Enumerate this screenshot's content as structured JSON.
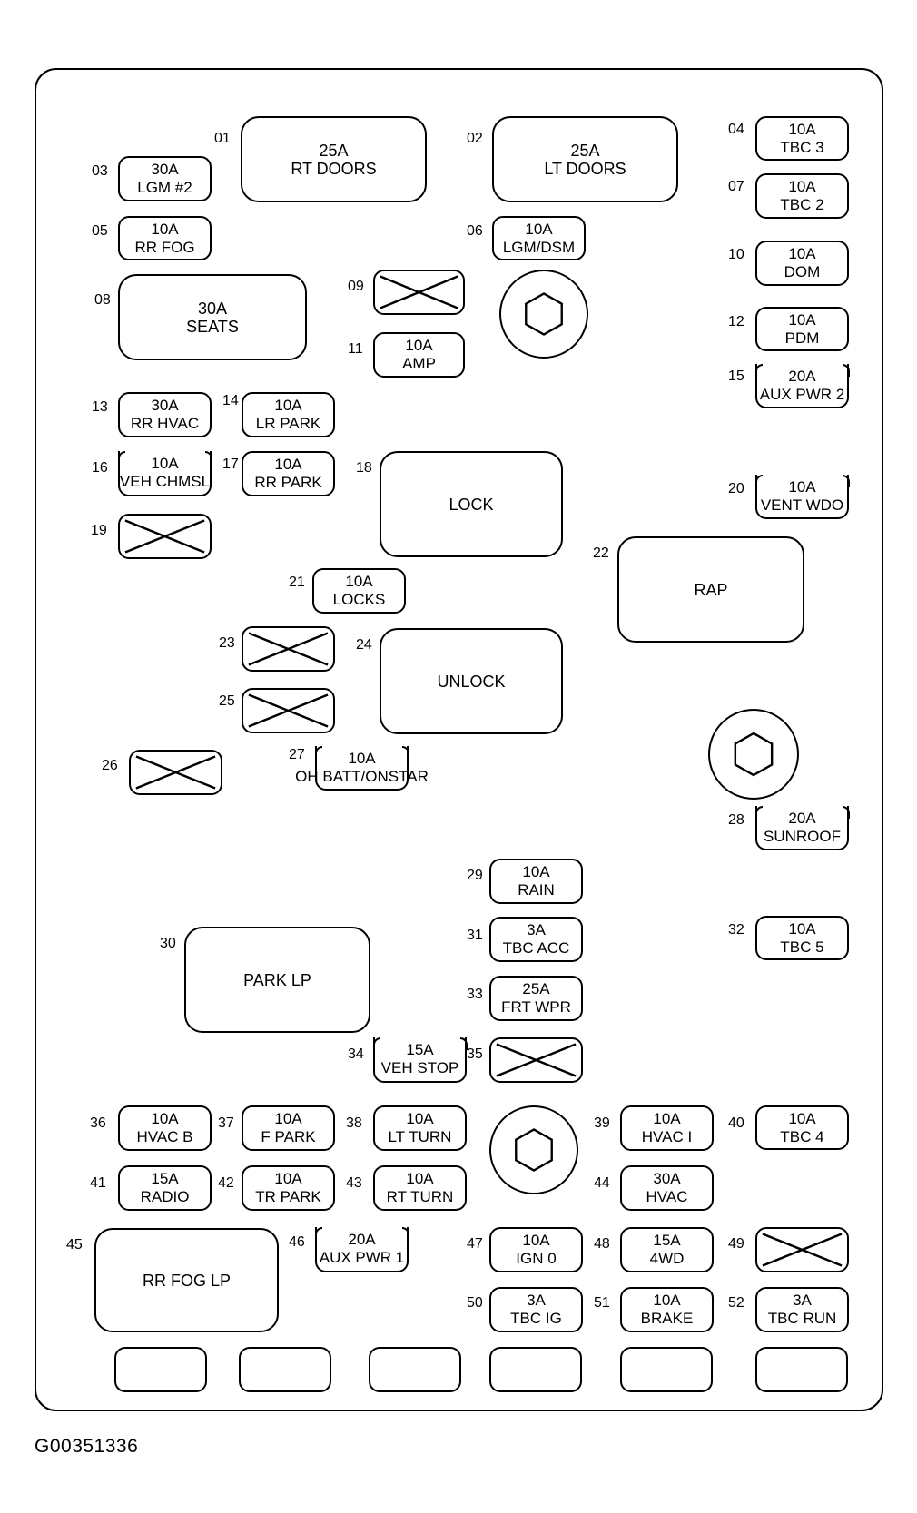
{
  "fuses": {
    "f01": {
      "num": "01",
      "amp": "25A",
      "name": "RT DOORS"
    },
    "f02": {
      "num": "02",
      "amp": "25A",
      "name": "LT DOORS"
    },
    "f03": {
      "num": "03",
      "amp": "30A",
      "name": "LGM #2"
    },
    "f04": {
      "num": "04",
      "amp": "10A",
      "name": "TBC 3"
    },
    "f05": {
      "num": "05",
      "amp": "10A",
      "name": "RR FOG"
    },
    "f06": {
      "num": "06",
      "amp": "10A",
      "name": "LGM/DSM"
    },
    "f07": {
      "num": "07",
      "amp": "10A",
      "name": "TBC 2"
    },
    "f08": {
      "num": "08",
      "amp": "30A",
      "name": "SEATS"
    },
    "f09": {
      "num": "09"
    },
    "f10": {
      "num": "10",
      "amp": "10A",
      "name": "DOM"
    },
    "f11": {
      "num": "11",
      "amp": "10A",
      "name": "AMP"
    },
    "f12": {
      "num": "12",
      "amp": "10A",
      "name": "PDM"
    },
    "f13": {
      "num": "13",
      "amp": "30A",
      "name": "RR HVAC"
    },
    "f14": {
      "num": "14",
      "amp": "10A",
      "name": "LR PARK"
    },
    "f15": {
      "num": "15",
      "amp": "20A",
      "name": "AUX PWR 2"
    },
    "f16": {
      "num": "16",
      "amp": "10A",
      "name": "VEH CHMSL"
    },
    "f17": {
      "num": "17",
      "amp": "10A",
      "name": "RR PARK"
    },
    "f18": {
      "num": "18",
      "name": "LOCK"
    },
    "f19": {
      "num": "19"
    },
    "f20": {
      "num": "20",
      "amp": "10A",
      "name": "VENT WDO"
    },
    "f21": {
      "num": "21",
      "amp": "10A",
      "name": "LOCKS"
    },
    "f22": {
      "num": "22",
      "name": "RAP"
    },
    "f23": {
      "num": "23"
    },
    "f24": {
      "num": "24",
      "name": "UNLOCK"
    },
    "f25": {
      "num": "25"
    },
    "f26": {
      "num": "26"
    },
    "f27": {
      "num": "27",
      "amp": "10A",
      "name": "OH BATT/ONSTAR"
    },
    "f28": {
      "num": "28",
      "amp": "20A",
      "name": "SUNROOF"
    },
    "f29": {
      "num": "29",
      "amp": "10A",
      "name": "RAIN"
    },
    "f30": {
      "num": "30",
      "name": "PARK LP"
    },
    "f31": {
      "num": "31",
      "amp": "3A",
      "name": "TBC ACC"
    },
    "f32": {
      "num": "32",
      "amp": "10A",
      "name": "TBC 5"
    },
    "f33": {
      "num": "33",
      "amp": "25A",
      "name": "FRT WPR"
    },
    "f34": {
      "num": "34",
      "amp": "15A",
      "name": "VEH STOP"
    },
    "f35": {
      "num": "35"
    },
    "f36": {
      "num": "36",
      "amp": "10A",
      "name": "HVAC B"
    },
    "f37": {
      "num": "37",
      "amp": "10A",
      "name": "F PARK"
    },
    "f38": {
      "num": "38",
      "amp": "10A",
      "name": "LT TURN"
    },
    "f39": {
      "num": "39",
      "amp": "10A",
      "name": "HVAC I"
    },
    "f40": {
      "num": "40",
      "amp": "10A",
      "name": "TBC 4"
    },
    "f41": {
      "num": "41",
      "amp": "15A",
      "name": "RADIO"
    },
    "f42": {
      "num": "42",
      "amp": "10A",
      "name": "TR PARK"
    },
    "f43": {
      "num": "43",
      "amp": "10A",
      "name": "RT TURN"
    },
    "f44": {
      "num": "44",
      "amp": "30A",
      "name": "HVAC"
    },
    "f45": {
      "num": "45",
      "name": "RR FOG LP"
    },
    "f46": {
      "num": "46",
      "amp": "20A",
      "name": "AUX PWR 1"
    },
    "f47": {
      "num": "47",
      "amp": "10A",
      "name": "IGN 0"
    },
    "f48": {
      "num": "48",
      "amp": "15A",
      "name": "4WD"
    },
    "f49": {
      "num": "49"
    },
    "f50": {
      "num": "50",
      "amp": "3A",
      "name": "TBC IG"
    },
    "f51": {
      "num": "51",
      "amp": "10A",
      "name": "BRAKE"
    },
    "f52": {
      "num": "52",
      "amp": "3A",
      "name": "TBC RUN"
    }
  },
  "caption": "G00351336"
}
